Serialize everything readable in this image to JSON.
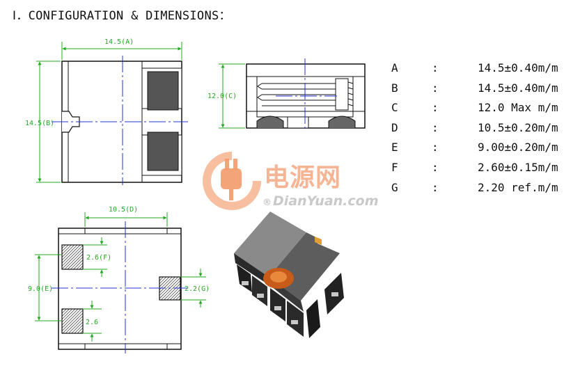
{
  "title": "Ⅰ．CONFIGURATION & DIMENSIONS：",
  "dims": {
    "top_a": "14.5(A)",
    "side_b": "14.5(B)",
    "front_c": "12.0(C)",
    "bottom_d": "10.5(D)",
    "pad_f": "2.6(F)",
    "pad_f2": "2.6",
    "side_e": "9.0(E)",
    "pad_g": "2.2(G)"
  },
  "specs": [
    {
      "key": "A",
      "colon": ":",
      "value": "14.5±0.40m/m"
    },
    {
      "key": "B",
      "colon": ":",
      "value": "14.5±0.40m/m"
    },
    {
      "key": "C",
      "colon": ":",
      "value": "12.0 Max m/m"
    },
    {
      "key": "D",
      "colon": ":",
      "value": "10.5±0.20m/m"
    },
    {
      "key": "E",
      "colon": ":",
      "value": "9.00±0.20m/m"
    },
    {
      "key": "F",
      "colon": ":",
      "value": "2.60±0.15m/m"
    },
    {
      "key": "G",
      "colon": ":",
      "value": "2.20 ref.m/m"
    }
  ],
  "watermark": {
    "cn": "电源网",
    "reg": "®",
    "en": "DianYuan.com"
  },
  "colors": {
    "dimension": "#22aa22",
    "centerline": "#2233cc",
    "outline": "#111111",
    "watermark": "#f3a27a"
  }
}
